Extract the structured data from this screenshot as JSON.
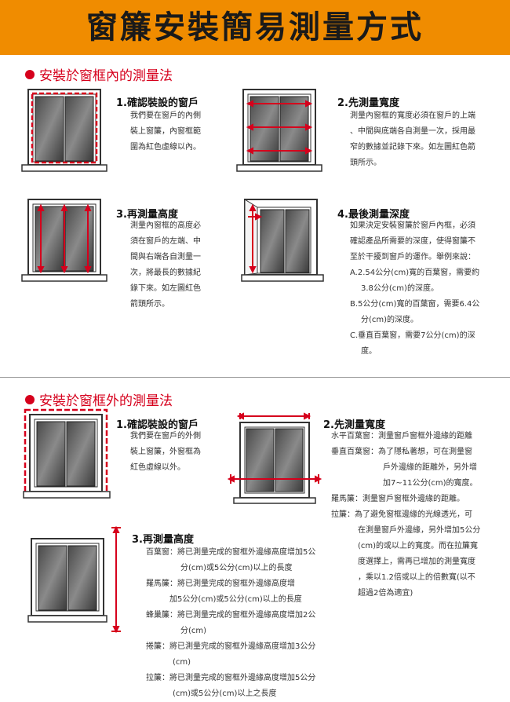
{
  "banner": {
    "title": "窗簾安裝簡易測量方式"
  },
  "inside": {
    "heading": "安裝於窗框內的測量法",
    "step1": {
      "title": "1.確認裝設的窗戶",
      "lines": [
        "我們要在窗戶的內側",
        "裝上窗簾，內窗框範",
        "圍為紅色虛線以內。"
      ]
    },
    "step2": {
      "title": "2.先測量寬度",
      "lines": [
        "測量內窗框的寬度必須在窗戶的上端",
        "、中間與底端各自測量一次，採用最",
        "窄的數據並記錄下來。如左圖紅色箭",
        "頭所示。"
      ]
    },
    "step3": {
      "title": "3.再測量高度",
      "lines": [
        "測量內窗框的高度必",
        "須在窗戶的左端、中",
        "間與右端各自測量一",
        "次，將最長的數據紀",
        "錄下來。如左圖紅色",
        "箭頭所示。"
      ]
    },
    "step4": {
      "title": "4.最後測量深度",
      "lines": [
        "如果決定安裝窗簾於窗戶內框，必須",
        "確認產品所需要的深度，使得窗簾不",
        "至於干擾到窗戶的運作。舉例來說：",
        "A.2.54公分(cm)寬的百葉窗，需要約",
        "3.8公分(cm)的深度。",
        "B.5公分(cm)寬的百葉窗，需要6.4公",
        "分(cm)的深度。",
        "C.垂直百葉窗，需要7公分(cm)的深",
        "度。"
      ]
    }
  },
  "outside": {
    "heading": "安裝於窗框外的測量法",
    "step1": {
      "title": "1.確認裝設的窗戶",
      "lines": [
        "我們要在窗戶的外側",
        "裝上窗簾，外窗框為",
        "紅色虛線以外。"
      ]
    },
    "step2": {
      "title": "2.先測量寬度",
      "lines": [
        "水平百葉窗：測量窗戶窗框外邊緣的距離",
        "垂直百葉窗：為了隱私著想，可在測量窗",
        "戶外邊緣的距離外，另外增",
        "加7~11公分(cm)的寬度。",
        "羅馬簾：測量窗戶窗框外邊緣的距離。",
        "拉簾：為了避免窗框邊緣的光線透光，可",
        "在測量窗戶外邊緣，另外增加5公分",
        "(cm)的或以上的寬度。而在拉簾寬",
        "度選擇上，需再已增加的測量寬度",
        "，乘以1.2倍或以上的倍數寬(以不",
        "超過2倍為適宜)"
      ]
    },
    "step3": {
      "title": "3.再測量高度",
      "lines": [
        "百葉窗：將已測量完成的窗框外邊緣高度增加5公",
        "分(cm)或5公分(cm)以上的長度",
        "羅馬簾：將已測量完成的窗框外邊緣高度增",
        "加5公分(cm)或5公分(cm)以上的長度",
        "蜂巢簾：將已測量完成的窗框外邊緣高度增加2公",
        "分(cm)",
        "捲簾：將已測量完成的窗框外邊緣高度增加3公分",
        "(cm)",
        "拉簾：將已測量完成的窗框外邊緣高度增加5公分",
        "(cm)或5公分(cm)以上之長度"
      ]
    }
  },
  "colors": {
    "banner": "#f08c00",
    "accent": "#d6001c"
  }
}
